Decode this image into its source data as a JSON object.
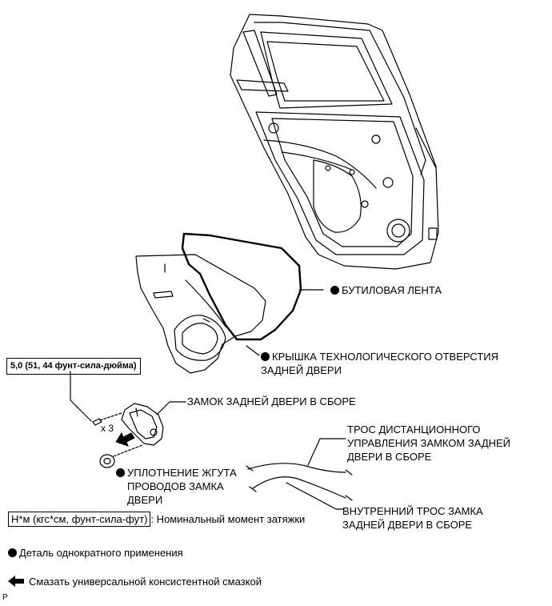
{
  "labels": {
    "butyl_tape": "БУТИЛОВАЯ ЛЕНТА",
    "service_hole_cover_1": "КРЫШКА ТЕХНОЛОГИЧЕСКОГО ОТВЕРСТИЯ",
    "service_hole_cover_2": "ЗАДНЕЙ ДВЕРИ",
    "door_lock_assy": "ЗАМОК ЗАДНЕЙ ДВЕРИ В СБОРЕ",
    "remote_cable_1": "ТРОС ДИСТАНЦИОННОГО",
    "remote_cable_2": "УПРАВЛЕНИЯ ЗАМКОМ ЗАДНЕЙ",
    "remote_cable_3": "ДВЕРИ В СБОРЕ",
    "wire_grommet_1": "УПЛОТНЕНИЕ ЖГУТА",
    "wire_grommet_2": "ПРОВОДОВ ЗАМКА",
    "wire_grommet_3": "ДВЕРИ",
    "inside_cable_1": "ВНУТРЕННИЙ ТРОС ЗАМКА",
    "inside_cable_2": "ЗАДНЕЙ ДВЕРИ В СБОРЕ"
  },
  "torque_spec": "5,0 (51, 44 фунт-сила-дюйма)",
  "screw_count": "x 3",
  "legend": {
    "torque_unit": "Н*м (кгс*см, фунт-сила-фут)",
    "torque_desc": ": Номинальный момент затяжки",
    "non_reusable": "Деталь однократного применения",
    "grease": "Смазать универсальной консистентной смазкой"
  },
  "corner_mark": "P"
}
